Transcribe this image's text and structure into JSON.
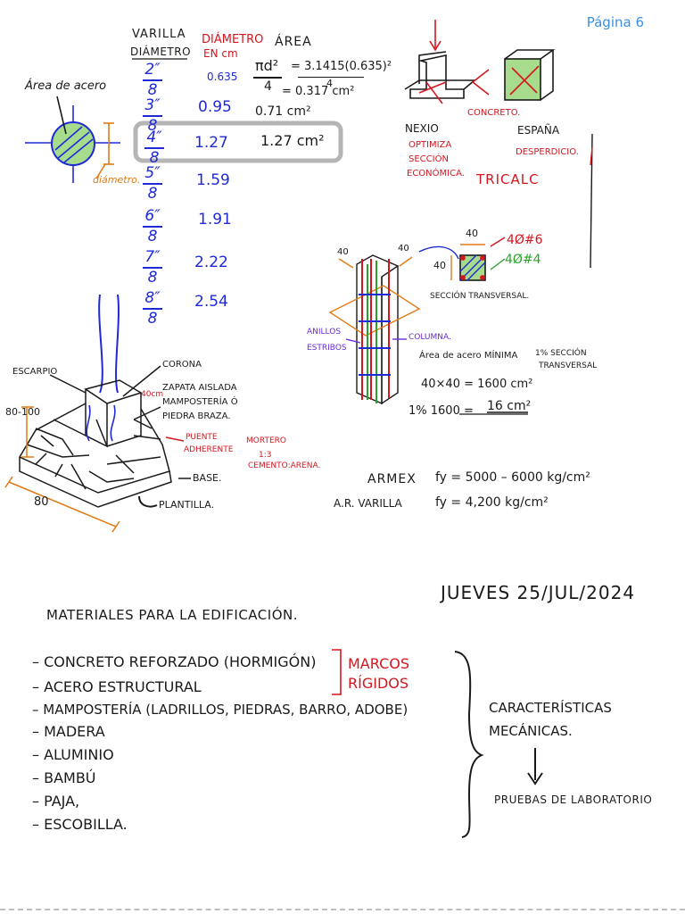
{
  "page_label": "Página 6",
  "table": {
    "h_varilla": "VARILLA",
    "h_diametro": "DIÁMETRO",
    "h_diam_cm_1": "DIÁMETRO",
    "h_diam_cm_2": "EN cm",
    "h_area": "ÁREA",
    "rows": [
      {
        "num": "2",
        "den": "8",
        "cm": "0.635"
      },
      {
        "num": "3",
        "den": "8",
        "cm": "0.95"
      },
      {
        "num": "4",
        "den": "8",
        "cm": "1.27"
      },
      {
        "num": "5",
        "den": "8",
        "cm": "1.59"
      },
      {
        "num": "6",
        "den": "8",
        "cm": "1.91"
      },
      {
        "num": "7",
        "den": "8",
        "cm": "2.22"
      },
      {
        "num": "8",
        "den": "8",
        "cm": "2.54"
      }
    ],
    "formula_1": "πd²",
    "formula_2": "4",
    "formula_3": "= 3.1415(0.635)²",
    "formula_4": "4",
    "formula_5": "= 0.317 cm²",
    "area_row2": "0.71 cm²",
    "area_row3": "1.27 cm²"
  },
  "circle_labels": {
    "area_acero": "Área de acero",
    "diametro": "diámetro."
  },
  "nexio": {
    "nexio": "NEXIO",
    "espana": "ESPAÑA",
    "concreto": "CONCRETO.",
    "optimiza_1": "OPTIMIZA",
    "optimiza_2": "SECCIÓN",
    "optimiza_3": "ECONÓMICA.",
    "desperdicio": "DESPERDICIO.",
    "tricalc": "TRICALC"
  },
  "column": {
    "dim_40a": "40",
    "dim_40b": "40",
    "dim_40c": "40",
    "dim_40d": "40",
    "bars_1": "4Ø#6",
    "bars_2": "4Ø#4",
    "seccion": "SECCIÓN TRANSVERSAL.",
    "anillos_1": "ANILLOS",
    "anillos_2": "ESTRIBOS",
    "columna": "COLUMNA.",
    "area_min": "Área de acero MÍNIMA",
    "pct_1": "1% SECCIÓN",
    "pct_2": "TRANSVERSAL",
    "calc_1": "40×40 = 1600 cm²",
    "calc_2": "1% 1600 =",
    "calc_3": "16 cm²"
  },
  "footing": {
    "escarpio": "ESCARPIO",
    "corona": "CORONA",
    "zapata_1": "ZAPATA AISLADA",
    "zapata_2": "MAMPOSTERÍA Ó",
    "zapata_3": "PIEDRA BRAZA.",
    "dim_40": "40cm",
    "dim_80_100": "80-100",
    "dim_80": "80",
    "puente_1": "PUENTE",
    "puente_2": "ADHERENTE",
    "mortero_1": "MORTERO",
    "mortero_2": "1:3",
    "mortero_3": "CEMENTO:ARENA.",
    "base": "BASE.",
    "plantilla": "PLANTILLA."
  },
  "fy": {
    "armex": "ARMEX",
    "armex_val": "fy = 5000 – 6000 kg/cm²",
    "ar": "A.R. VARILLA",
    "ar_val": "fy = 4,200 kg/cm²"
  },
  "notes": {
    "date": "JUEVES 25/JUL/2024",
    "title": "MATERIALES PARA LA EDIFICACIÓN.",
    "items": [
      "– CONCRETO REFORZADO (HORMIGÓN)",
      "– ACERO ESTRUCTURAL",
      "– MAMPOSTERÍA (LADRILLOS, PIEDRAS, BARRO, ADOBE)",
      "– MADERA",
      "– ALUMINIO",
      "– BAMBÚ",
      "– PAJA,",
      "– ESCOBILLA."
    ],
    "marcos_1": "MARCOS",
    "marcos_2": "RÍGIDOS",
    "caract_1": "CARACTERÍSTICAS",
    "caract_2": "MECÁNICAS.",
    "pruebas": "PRUEBAS DE LABORATORIO"
  }
}
